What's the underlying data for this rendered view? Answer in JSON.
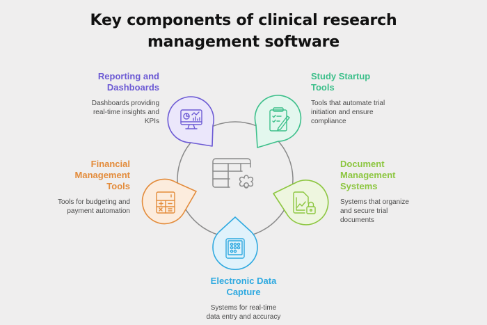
{
  "title": {
    "line1": "Key components of clinical research",
    "line2": "management software"
  },
  "center_icon": "table-gear-icon",
  "components": [
    {
      "id": "reporting",
      "title_lines": [
        "Reporting and",
        "Dashboards"
      ],
      "desc_lines": [
        "Dashboards providing",
        "real-time insights and",
        "KPIs"
      ],
      "icon": "monitor-chart-icon",
      "color": "#6c5ad4",
      "fill": "#ebe7fb"
    },
    {
      "id": "study-startup",
      "title_lines": [
        "Study Startup",
        "Tools"
      ],
      "desc_lines": [
        "Tools that automate trial",
        "initiation and ensure",
        "compliance"
      ],
      "icon": "clipboard-pen-icon",
      "color": "#3cbf8a",
      "fill": "#e3f7ee"
    },
    {
      "id": "document-management",
      "title_lines": [
        "Document",
        "Management",
        "Systems"
      ],
      "desc_lines": [
        "Systems that organize",
        "and secure trial",
        "documents"
      ],
      "icon": "document-lock-icon",
      "color": "#8cc63f",
      "fill": "#eef6df"
    },
    {
      "id": "electronic-data-capture",
      "title_lines": [
        "Electronic Data",
        "Capture"
      ],
      "desc_lines": [
        "Systems for real-time",
        "data entry and accuracy"
      ],
      "icon": "tablet-grid-icon",
      "color": "#2ea9e0",
      "fill": "#e0f2fb"
    },
    {
      "id": "financial-management",
      "title_lines": [
        "Financial",
        "Management",
        "Tools"
      ],
      "desc_lines": [
        "Tools for budgeting and",
        "payment automation"
      ],
      "icon": "calculator-icon",
      "color": "#e38b3a",
      "fill": "#fcecdd"
    }
  ]
}
